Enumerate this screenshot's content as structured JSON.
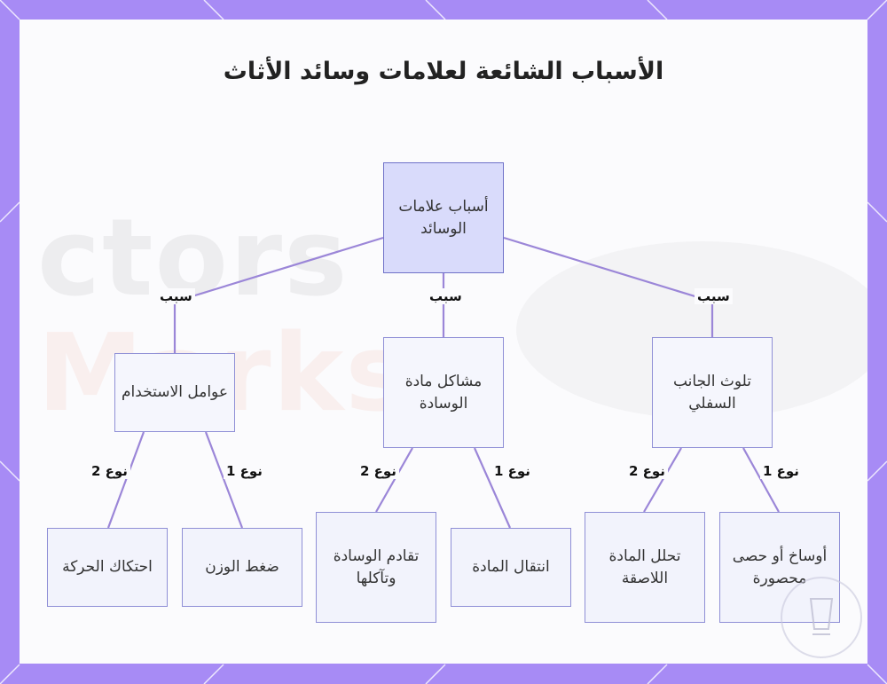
{
  "title": "الأسباب الشائعة لعلامات وسائد الأثاث",
  "nodes": {
    "root": "أسباب علامات الوسائد",
    "usage": "عوامل الاستخدام",
    "material": "مشاكل مادة الوسادة",
    "contamination": "تلوث الجانب السفلي",
    "motion_friction": "احتكاك الحركة",
    "weight_pressure": "ضغط الوزن",
    "aging": "تقادم الوسادة وتآكلها",
    "migration": "انتقال المادة",
    "adhesive": "تحلل المادة اللاصقة",
    "debris": "أوساخ أو حصى محصورة"
  },
  "edge_labels": {
    "cause": "سبب",
    "type1": "نوع 1",
    "type2": "نوع 2"
  },
  "colors": {
    "frame": "#a78bf5",
    "edge": "#9b86d8",
    "root_fill": "#d9dbfb",
    "node_fill": "#f2f3fc",
    "node_border": "#8f8fd6"
  }
}
